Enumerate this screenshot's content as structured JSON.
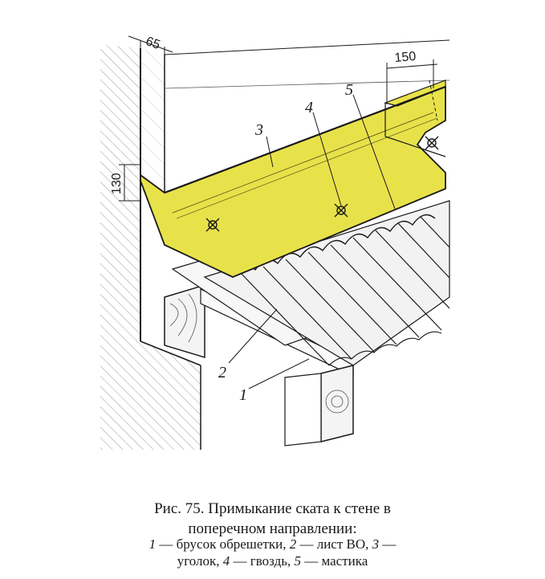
{
  "dimensions": {
    "wall_offset": "65",
    "height": "130",
    "overlap": "150"
  },
  "labels": {
    "one": "1",
    "two": "2",
    "three": "3",
    "four": "4",
    "five": "5"
  },
  "caption": {
    "title_line1": "Рис. 75. Примыкание ската к стене в",
    "title_line2": "поперечном направлении:",
    "legend_line1_a": "1",
    "legend_line1_b": " — брусок обрешетки, ",
    "legend_line1_c": "2",
    "legend_line1_d": " — лист ВО, ",
    "legend_line1_e": "3",
    "legend_line1_f": " —",
    "legend_line2_a": "уголок, ",
    "legend_line2_b": "4",
    "legend_line2_c": " — гвоздь, ",
    "legend_line2_d": "5",
    "legend_line2_e": " — мастика"
  },
  "colors": {
    "flashing": "#e8e24a",
    "ink": "#1a1a1a",
    "sheet": "#f2f2f2"
  }
}
